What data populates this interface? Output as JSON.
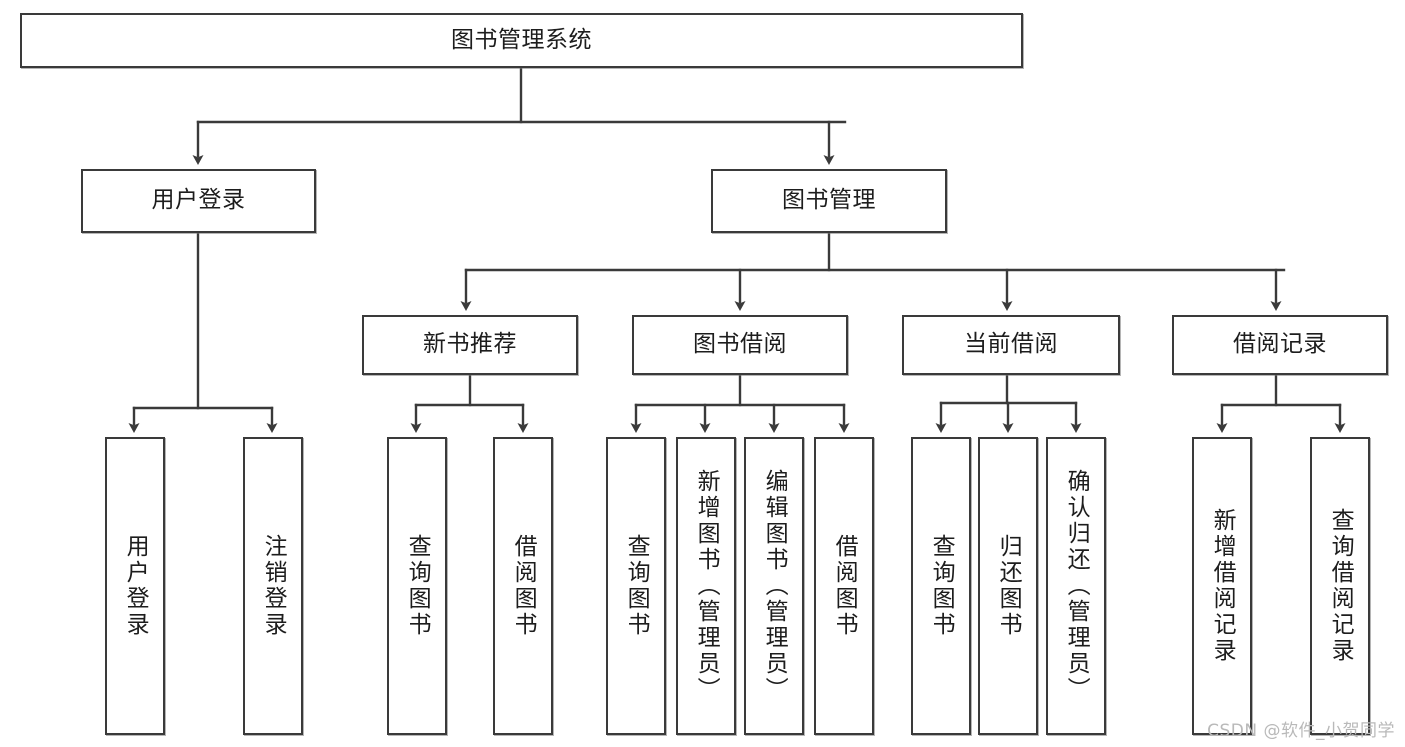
{
  "diagram": {
    "type": "tree",
    "title": "图书管理系统",
    "orientation": "top-down",
    "stroke_color": "#3a3a3a",
    "fill_color": "#ffffff",
    "text_color": "#1d1d1d"
  },
  "nodes": {
    "root": {
      "label": "图书管理系统",
      "level": 1,
      "orient": "horizontal"
    },
    "l2": [
      {
        "label": "用户登录",
        "orient": "horizontal"
      },
      {
        "label": "图书管理",
        "orient": "horizontal"
      }
    ],
    "l3": [
      {
        "label": "新书推荐",
        "orient": "horizontal"
      },
      {
        "label": "图书借阅",
        "orient": "horizontal"
      },
      {
        "label": "当前借阅",
        "orient": "horizontal"
      },
      {
        "label": "借阅记录",
        "orient": "horizontal"
      }
    ],
    "leaves": {
      "user_login": [
        {
          "label": "用户登录",
          "orient": "vertical"
        },
        {
          "label": "注销登录",
          "orient": "vertical"
        }
      ],
      "new_book": [
        {
          "label": "查询图书",
          "orient": "vertical"
        },
        {
          "label": "借阅图书",
          "orient": "vertical"
        }
      ],
      "book_borrow": [
        {
          "label": "查询图书",
          "orient": "vertical"
        },
        {
          "label": "新增图书（管理员）",
          "orient": "vertical"
        },
        {
          "label": "编辑图书（管理员）",
          "orient": "vertical"
        },
        {
          "label": "借阅图书",
          "orient": "vertical"
        }
      ],
      "current_borrow": [
        {
          "label": "查询图书",
          "orient": "vertical"
        },
        {
          "label": "归还图书",
          "orient": "vertical"
        },
        {
          "label": "确认归还（管理员）",
          "orient": "vertical"
        }
      ],
      "borrow_record": [
        {
          "label": "新增借阅记录",
          "orient": "vertical"
        },
        {
          "label": "查询借阅记录",
          "orient": "vertical"
        }
      ]
    }
  },
  "watermark": {
    "text": "CSDN @软件_小贺同学"
  }
}
